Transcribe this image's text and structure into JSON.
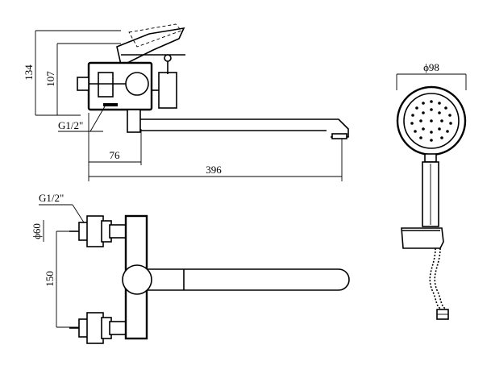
{
  "side_view": {
    "dim_height_total": "134",
    "dim_height_body": "107",
    "dim_thread": "G1/2\"",
    "dim_inlet_offset": "76",
    "dim_spout_length": "396"
  },
  "top_view": {
    "dim_thread": "G1/2\"",
    "dim_diameter": "ϕ60",
    "dim_centers": "150"
  },
  "shower_head": {
    "dim_diameter": "ϕ98"
  }
}
